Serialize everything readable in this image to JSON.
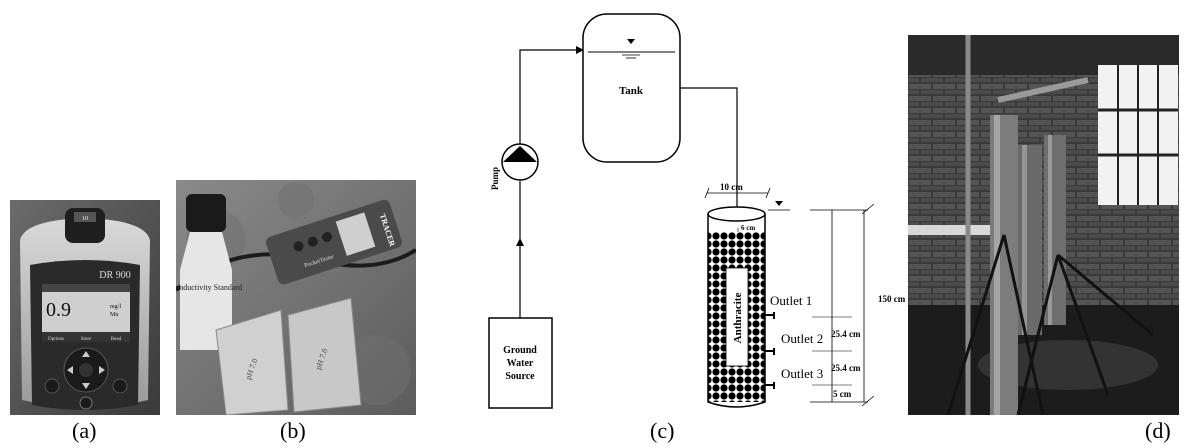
{
  "panels": {
    "a": {
      "label": "(a)",
      "meter_model": "DR 900",
      "cap_text": "10",
      "reading": "0.9",
      "reading_unit_1": "mg/l",
      "reading_unit_2": "Mn",
      "softkeys": [
        "Options",
        "Store",
        "Read"
      ]
    },
    "b": {
      "label": "(b)",
      "bottle_text": "Conductivity Standard",
      "meter_brand": "TRACER",
      "meter_sub": "PocketTester",
      "sachet_text": "pH 7.0"
    },
    "c": {
      "label": "(c)",
      "tank_label": "Tank",
      "pump_label": "Pump",
      "source_label": [
        "Ground",
        "Water",
        "Source"
      ],
      "media_label": "Anthracite",
      "dia_outer": "10 cm",
      "dia_inner": "6 cm",
      "outlets": [
        "Outlet 1",
        "Outlet 2",
        "Outlet 3"
      ],
      "dim_height": "150 cm",
      "dim_spacing_1": "25.4 cm",
      "dim_spacing_2": "25.4 cm",
      "dim_bottom": "5 cm"
    },
    "d": {
      "label": "(d)"
    }
  }
}
